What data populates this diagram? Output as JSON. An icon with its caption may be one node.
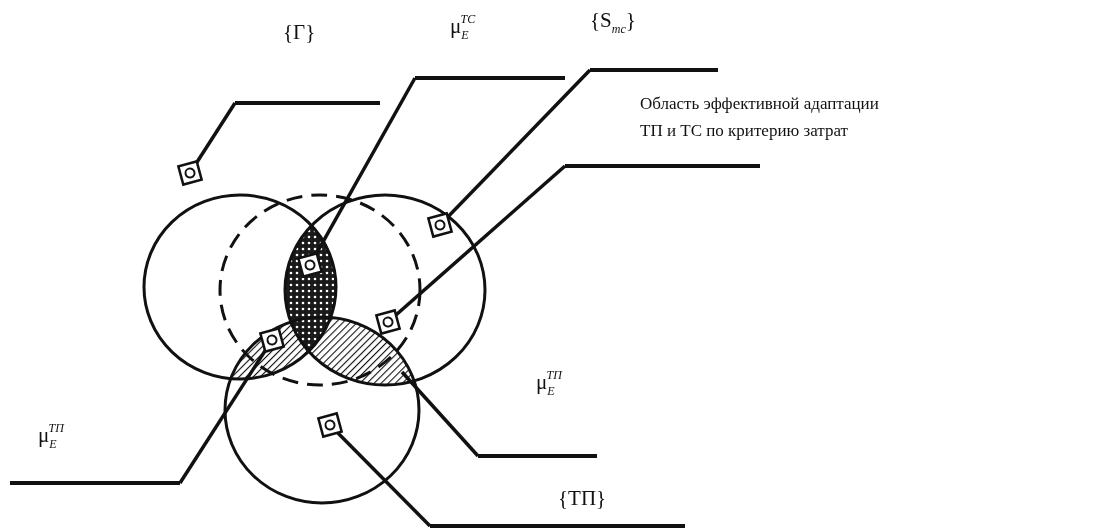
{
  "diagram": {
    "nodes": [
      {
        "text": [
          "{Γ}"
        ]
      },
      {
        "text": [
          "μ$_{E}$$^{ТС}$"
        ]
      },
      {
        "text": [
          "{S$_{тс}$}"
        ]
      },
      {
        "text": [
          "Область эффективной адаптации ТП и ТС по критерию затрат"
        ]
      },
      {
        "text": [
          "μ$_{E}$$^{ТП}$"
        ]
      },
      {
        "text": [
          "μ$_{E}$$^{ТП}$"
        ]
      },
      {
        "text": [
          "{ТП}"
        ]
      }
    ],
    "edges": [
      {
        "from": 0,
        "to": null,
        "arrow": "other"
      },
      {
        "from": 1,
        "to": null,
        "arrow": "other"
      },
      {
        "from": 2,
        "to": null,
        "arrow": "other"
      },
      {
        "from": 3,
        "to": null,
        "arrow": "other"
      },
      {
        "from": 4,
        "to": null,
        "arrow": "other"
      },
      {
        "from": 5,
        "to": null,
        "arrow": "none"
      },
      {
        "from": 6,
        "to": null,
        "arrow": "other"
      }
    ]
  }
}
